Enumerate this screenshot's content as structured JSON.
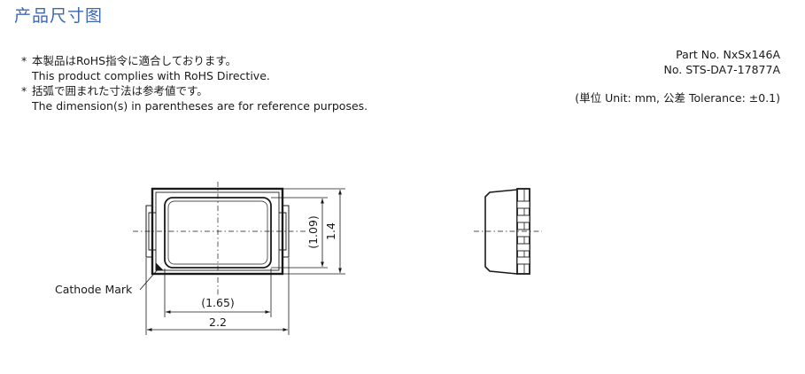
{
  "heading": "产品尺寸图",
  "notes": [
    {
      "bullet": "*",
      "text": "本製品はRoHS指令に適合しております。"
    },
    {
      "bullet": "",
      "text": "This product complies with RoHS Directive."
    },
    {
      "bullet": "*",
      "text": "括弧で囲まれた寸法は参考値です。"
    },
    {
      "bullet": "",
      "text": "The dimension(s) in parentheses are for reference purposes."
    }
  ],
  "part_no": "Part No. NxSx146A",
  "doc_no": "No. STS-DA7-17877A",
  "tolerance": "(単位 Unit: mm, 公差 Tolerance: ±0.1)",
  "drawing": {
    "cathode_label": "Cathode Mark",
    "dim_inner_width": "(1.65)",
    "dim_outer_width": "2.2",
    "dim_inner_height": "(1.09)",
    "dim_outer_height": "1.4"
  }
}
